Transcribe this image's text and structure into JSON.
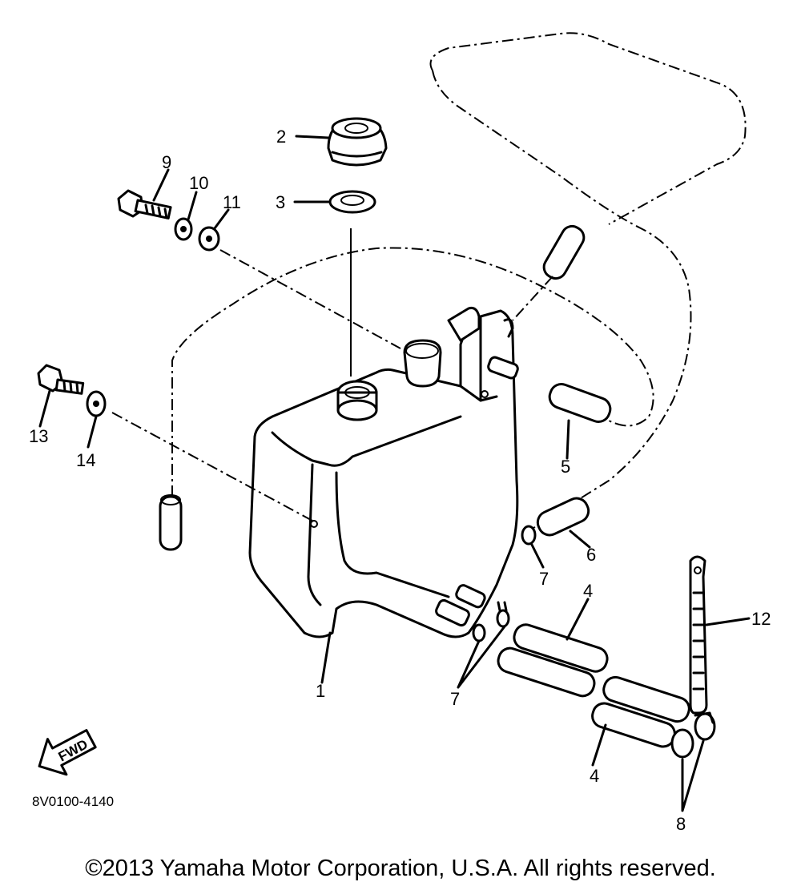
{
  "callouts": {
    "c1": "1",
    "c2": "2",
    "c3": "3",
    "c4a": "4",
    "c4b": "4",
    "c5": "5",
    "c6": "6",
    "c7a": "7",
    "c7b": "7",
    "c8": "8",
    "c9": "9",
    "c10": "10",
    "c11": "11",
    "c12": "12",
    "c13": "13",
    "c14": "14"
  },
  "fwd_label": "FWD",
  "diagram_code": "8V0100-4140",
  "copyright": "©2013 Yamaha Motor Corporation, U.S.A. All rights reserved."
}
